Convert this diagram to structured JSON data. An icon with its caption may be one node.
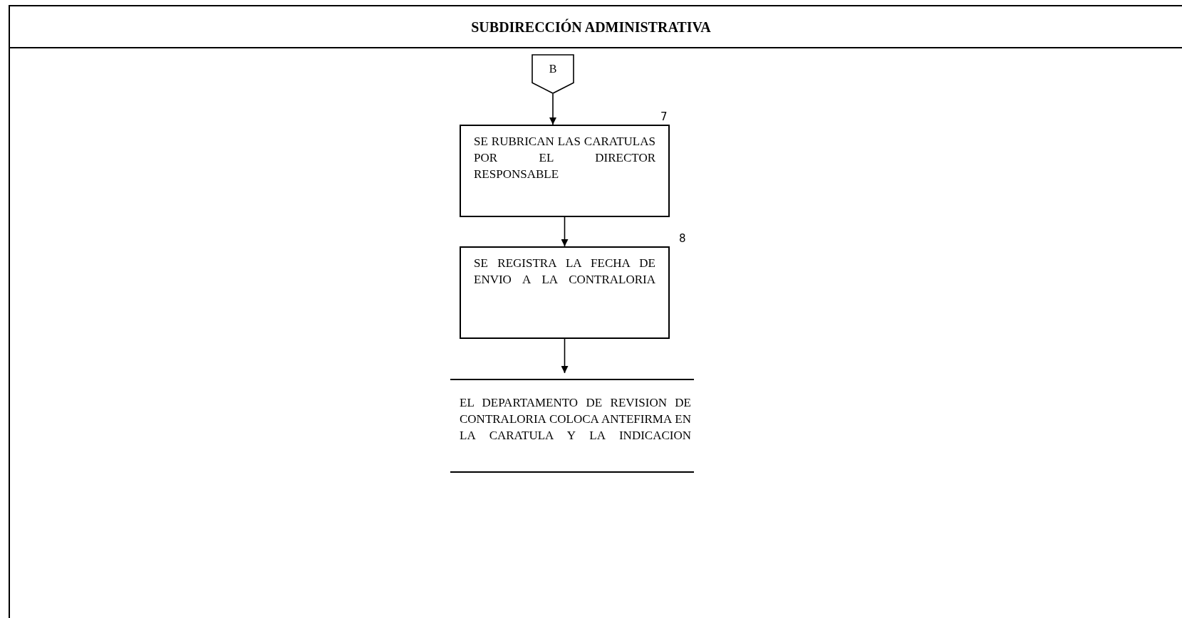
{
  "diagram": {
    "title": "SUBDIRECCIÓN ADMINISTRATIVA",
    "nodes": [
      {
        "text": [
          "B"
        ]
      },
      {
        "text": [
          "SE RUBRICAN LAS CARATULAS POR EL DIRECTOR RESPONSABLE"
        ],
        "beside": [
          "7"
        ]
      },
      {
        "text": [
          "SE REGISTRA LA FECHA DE ENVIO A LA CONTRALORIA"
        ],
        "beside": [
          "8"
        ]
      },
      {
        "text": [
          "EL DEPARTAMENTO DE REVISION DE CONTRALORIA COLOCA ANTEFIRMA EN LA CARATULA Y LA INDICACION"
        ]
      }
    ],
    "edges": [
      {
        "from": 0,
        "to": 1,
        "arrow": "to"
      },
      {
        "from": 1,
        "to": 2,
        "arrow": "to"
      },
      {
        "from": 2,
        "to": 3,
        "arrow": "to"
      }
    ]
  }
}
